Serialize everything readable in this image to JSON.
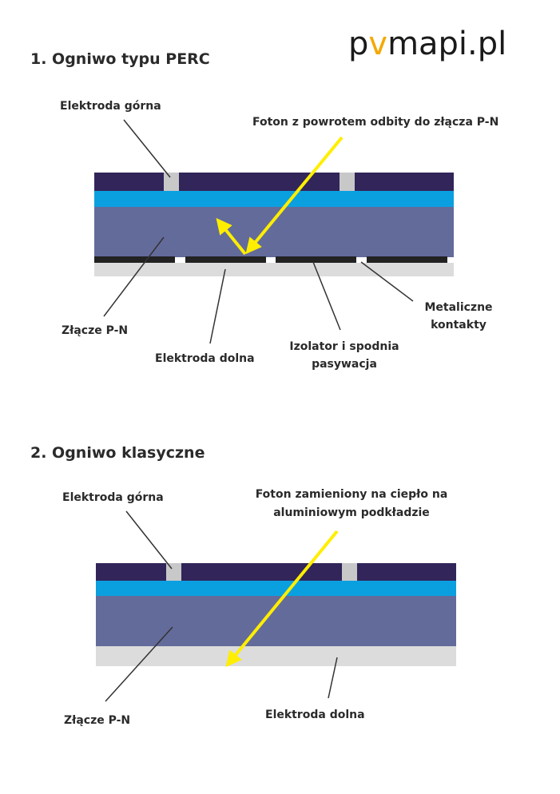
{
  "logo": {
    "before": "p",
    "v": "v",
    "after": "mapi.pl",
    "accent_color": "#f5a800"
  },
  "colors": {
    "top_electrode": "#32255a",
    "contact": "#c8c8c8",
    "cyan_layer": "#0aa0e0",
    "pn_layer": "#636b9b",
    "bottom_layer": "#dcdcdc",
    "metal_contacts": "#222222",
    "photon": "#ffee00"
  },
  "section1": {
    "title": "1. Ogniwo typu PERC",
    "labels": {
      "top_electrode": "Elektroda górna",
      "photon_line1": "Foton z powrotem odbity do złącza P-N",
      "pn_junction": "Złącze P-N",
      "bottom_electrode": "Elektroda dolna",
      "insulator_line1": "Izolator i spodnia",
      "insulator_line2": "pasywacja",
      "metal_line1": "Metaliczne",
      "metal_line2": "kontakty"
    }
  },
  "section2": {
    "title": "2. Ogniwo klasyczne",
    "labels": {
      "top_electrode": "Elektroda górna",
      "photon_line1": "Foton zamieniony na ciepło na",
      "photon_line2": "aluminiowym podkładzie",
      "pn_junction": "Złącze P-N",
      "bottom_electrode": "Elektroda dolna"
    }
  }
}
